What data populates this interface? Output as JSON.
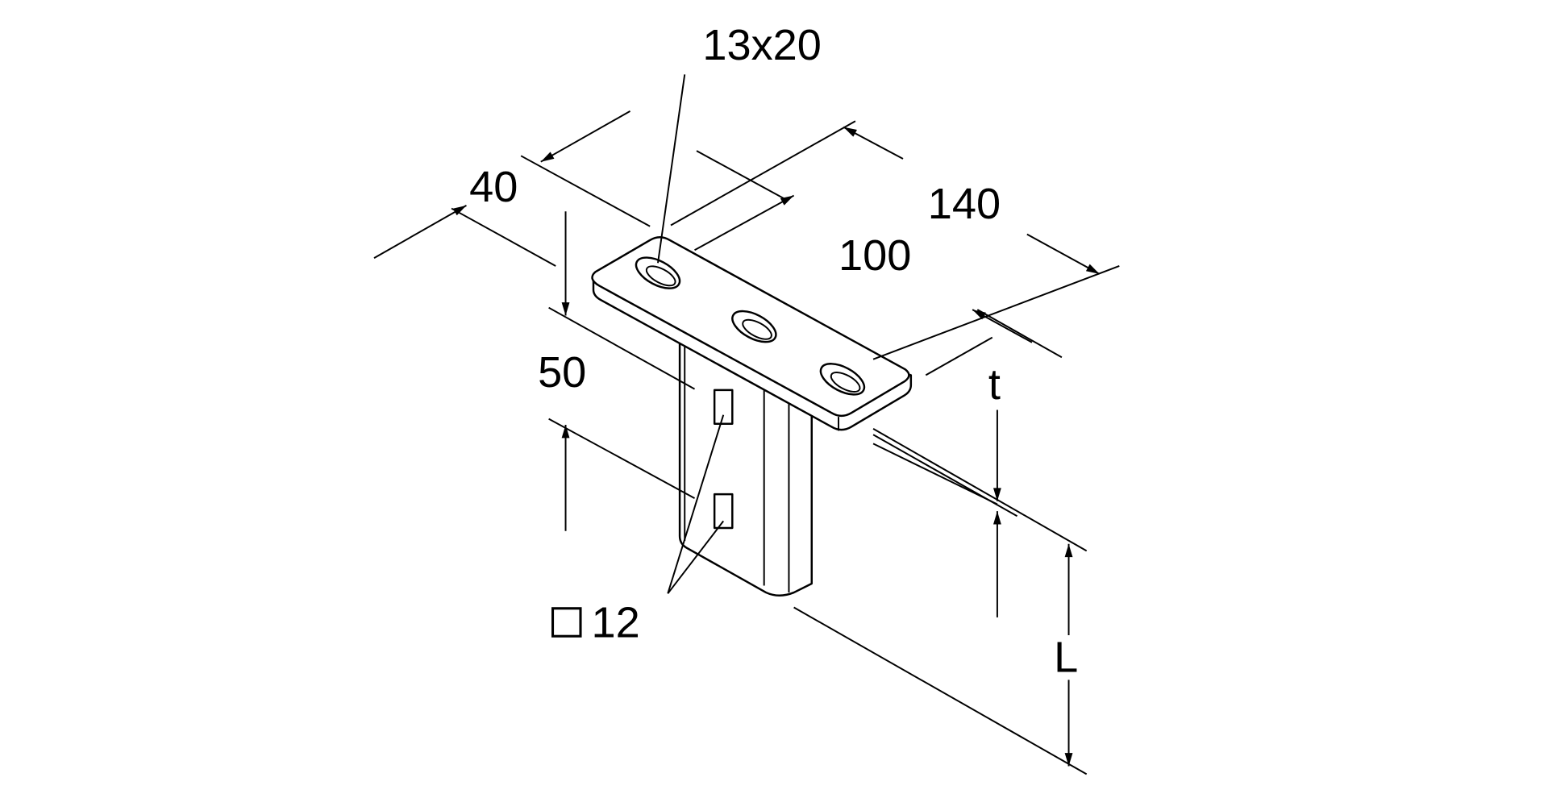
{
  "drawing": {
    "labels": {
      "slot": "13x20",
      "width": "40",
      "length": "140",
      "hole_spacing": "100",
      "height_offset": "50",
      "thickness": "t",
      "square_hole": "12",
      "length_var": "L"
    }
  }
}
